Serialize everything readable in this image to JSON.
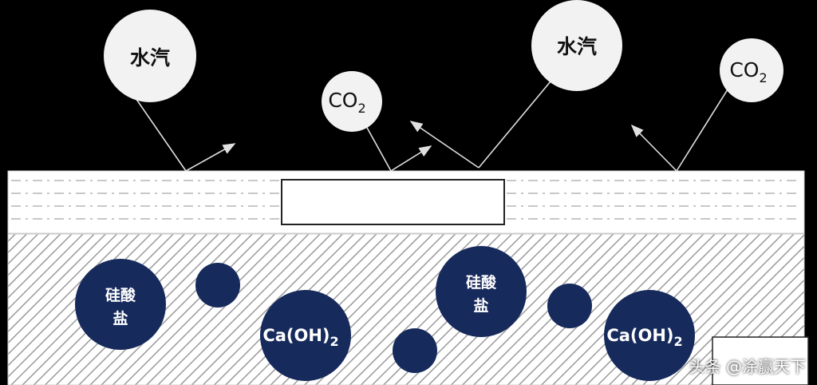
{
  "diagram": {
    "colors": {
      "background": "#000000",
      "bubble_fill": "#f2f2f2",
      "particle_fill": "#162a5c",
      "layer_fill": "#ffffff",
      "hatch": "#9a9a9a"
    },
    "top_bubbles": [
      {
        "id": "vapor-1",
        "label": "水汽"
      },
      {
        "id": "co2-1",
        "label": "CO",
        "sub": "2"
      },
      {
        "id": "vapor-2",
        "label": "水汽"
      },
      {
        "id": "co2-2",
        "label": "CO",
        "sub": "2"
      }
    ],
    "particles": [
      {
        "id": "silicate-1",
        "line1": "硅酸",
        "line2": "盐"
      },
      {
        "id": "small-1"
      },
      {
        "id": "caoh-1",
        "label": "Ca(OH)",
        "sub": "2"
      },
      {
        "id": "small-2"
      },
      {
        "id": "silicate-2",
        "line1": "硅酸",
        "line2": "盐"
      },
      {
        "id": "small-3"
      },
      {
        "id": "caoh-2",
        "label": "Ca(OH)",
        "sub": "2"
      }
    ]
  },
  "watermark": "头条 @涂赢天下"
}
